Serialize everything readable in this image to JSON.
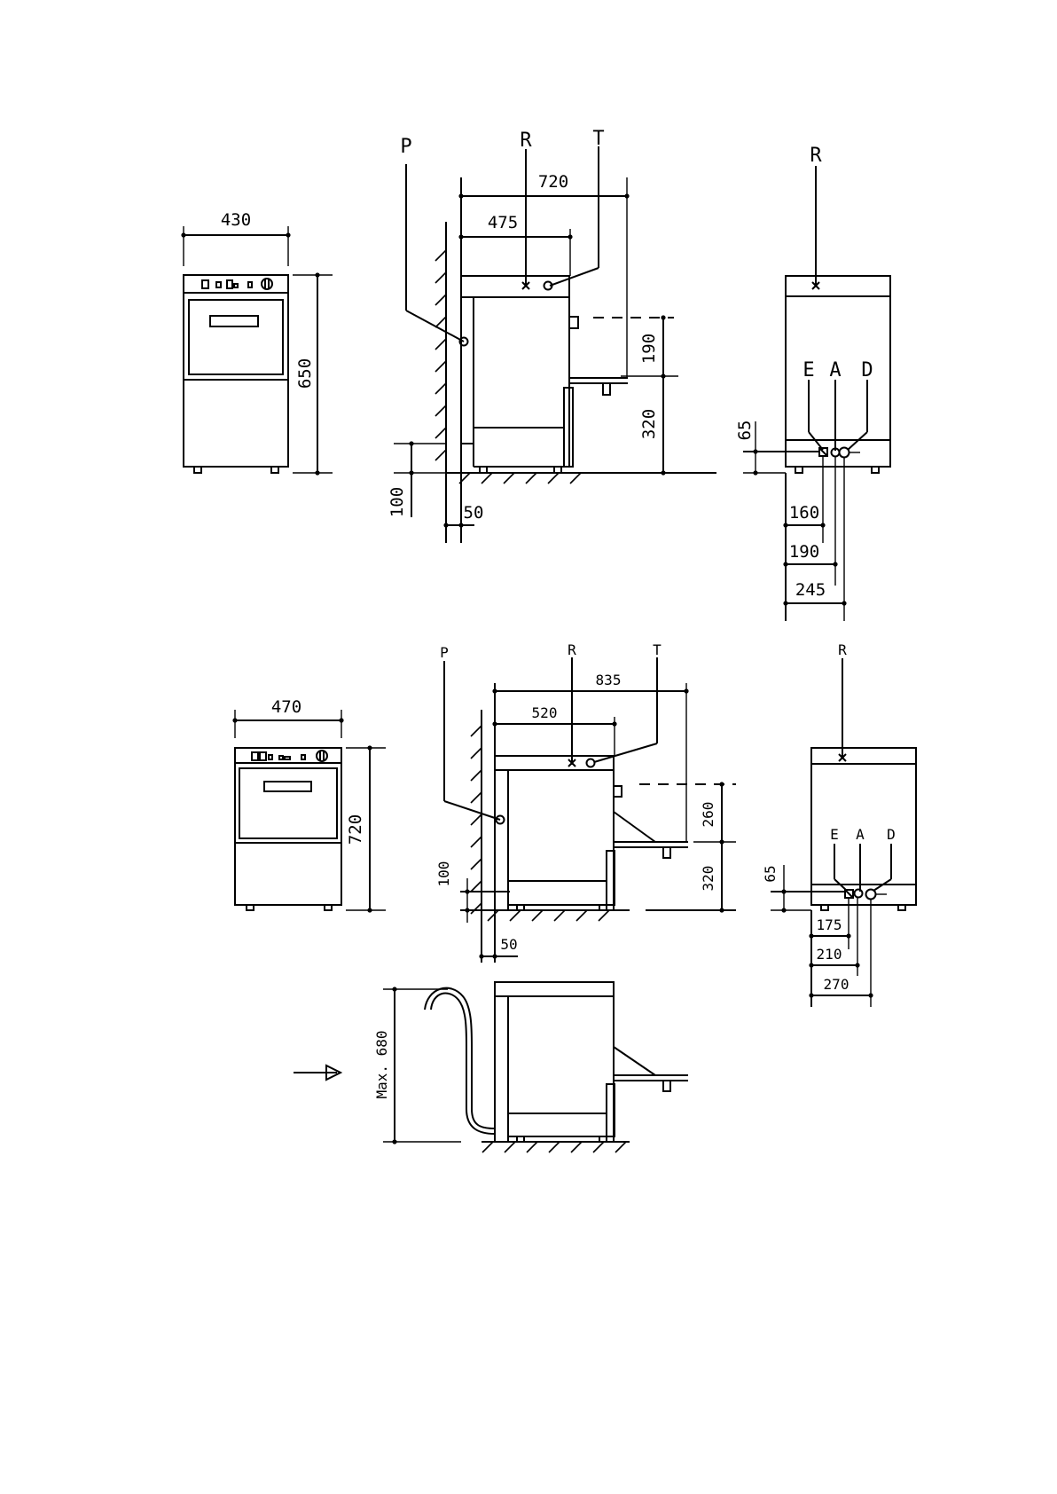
{
  "upper": {
    "front": {
      "width": "430",
      "height": "650"
    },
    "side": {
      "label_p": "P",
      "label_r": "R",
      "label_t": "T",
      "depth": "720",
      "inner": "475",
      "upper_h": "190",
      "lower_h": "320",
      "wall_h": "100",
      "gap": "50"
    },
    "rear": {
      "label_r": "R",
      "label_e": "E",
      "label_a": "A",
      "label_d": "D",
      "h": "65",
      "d1": "160",
      "d2": "190",
      "d3": "245"
    }
  },
  "lower": {
    "front": {
      "width": "470",
      "height": "720"
    },
    "side": {
      "label_p": "P",
      "label_r": "R",
      "label_t": "T",
      "depth": "835",
      "inner": "520",
      "upper_h": "260",
      "lower_h": "320",
      "wall_h": "100",
      "gap": "50"
    },
    "rear": {
      "label_r": "R",
      "label_e": "E",
      "label_a": "A",
      "label_d": "D",
      "h": "65",
      "d1": "175",
      "d2": "210",
      "d3": "270"
    }
  },
  "drain": {
    "max": "Max. 680"
  }
}
